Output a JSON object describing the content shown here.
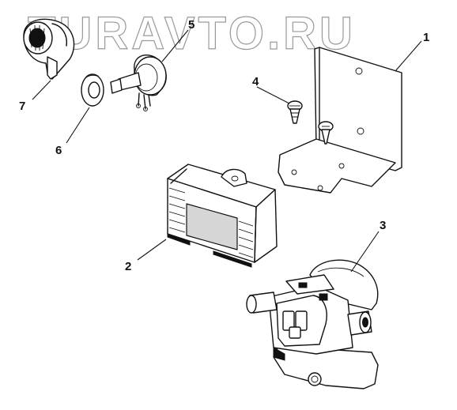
{
  "watermark": {
    "text": "TURAVTO.RU"
  },
  "callouts": {
    "c1": "1",
    "c2": "2",
    "c3": "3",
    "c4": "4",
    "c5": "5",
    "c6": "6",
    "c7": "7"
  },
  "parts": {
    "bracket": "bracket",
    "screw": "screw",
    "relay_box": "relay-box",
    "heater_tap": "heater-tap",
    "potentiometer": "potentiometer",
    "washer": "washer",
    "knob": "knob"
  },
  "colors": {
    "line": "#111111",
    "watermark": "#9a9a9a",
    "background": "#ffffff"
  }
}
